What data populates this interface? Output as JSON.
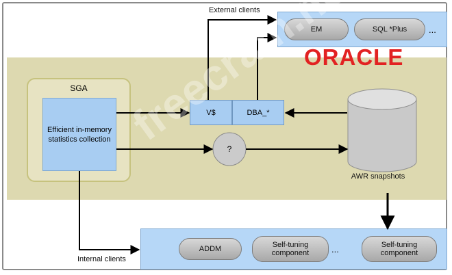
{
  "title": {
    "external_clients": "External clients",
    "internal_clients": "Internal clients"
  },
  "boxes": {
    "sga": "SGA",
    "efficient": "Efficient in-memory statistics collection",
    "vs": "V$",
    "dba": "DBA_*",
    "question": "?",
    "awr": "AWR snapshots"
  },
  "external_clients": {
    "items": [
      "EM",
      "SQL *Plus"
    ],
    "ellipsis": "..."
  },
  "internal_clients": {
    "items": [
      "ADDM",
      "Self-tuning component",
      "Self-tuning component"
    ],
    "ellipsis": "..."
  },
  "logo": "ORACLE",
  "watermark": "freecram.net",
  "colors": {
    "band": "#ddd9b0",
    "panel": "#b6d7f7",
    "box": "#a8cdf2",
    "logo": "#e22222"
  }
}
